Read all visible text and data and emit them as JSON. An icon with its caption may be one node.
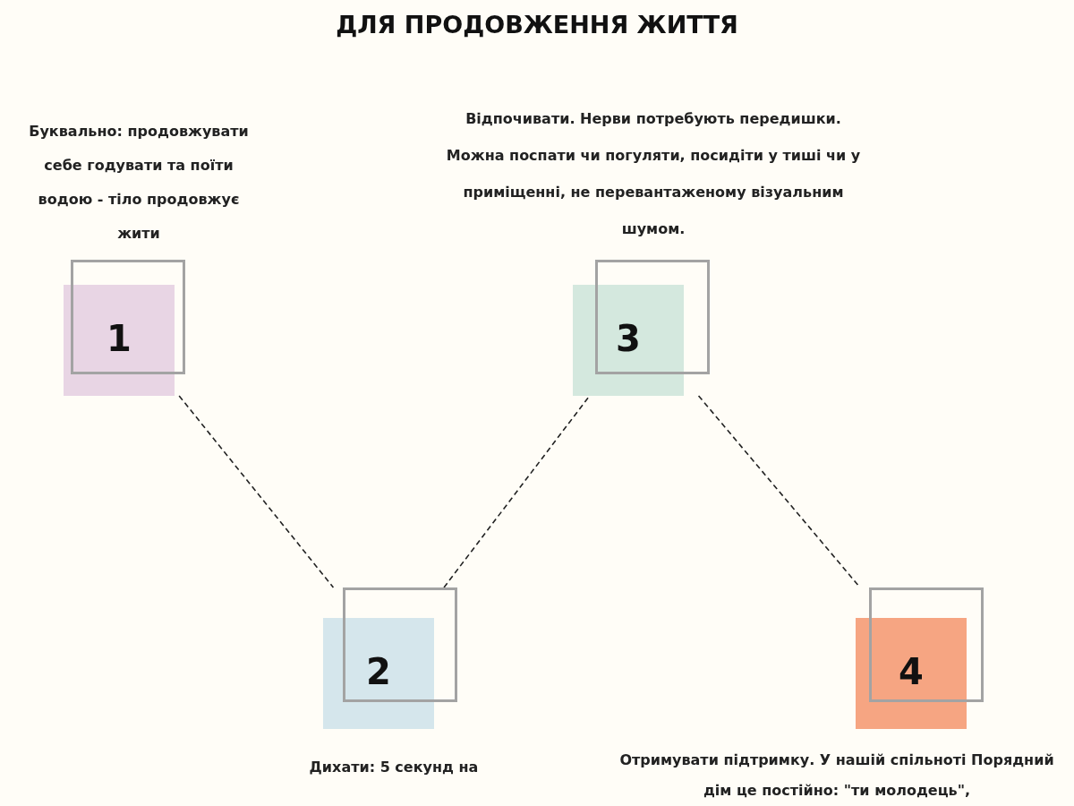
{
  "diagram": {
    "title": "ДЛЯ ПРОДОВЖЕННЯ ЖИТТЯ",
    "nodes": [
      {
        "text": [
          "1"
        ],
        "beside": [
          "Буквально: продовжувати себе годувати та поїти водою - тіло продовжує жити"
        ]
      },
      {
        "text": [
          "2"
        ],
        "beside": [
          "Дихати: 5 секунд на"
        ]
      },
      {
        "text": [
          "3"
        ],
        "beside": [
          "Відпочивати. Нерви потребують передишки. Можна поспати чи погуляти, посидіти у тиші чи у приміщенні, не перевантаженому візуальним шумом."
        ]
      },
      {
        "text": [
          "4"
        ],
        "beside": [
          "Отримувати підтримку. У нашій спільноті Порядний дім це постійно: \"ти молодець\","
        ]
      }
    ],
    "edges": [
      {
        "from": 0,
        "to": 1,
        "arrow": "none",
        "style": "dashed"
      },
      {
        "from": 1,
        "to": 2,
        "arrow": "none",
        "style": "dashed"
      },
      {
        "from": 2,
        "to": 3,
        "arrow": "none",
        "style": "dashed"
      }
    ]
  }
}
